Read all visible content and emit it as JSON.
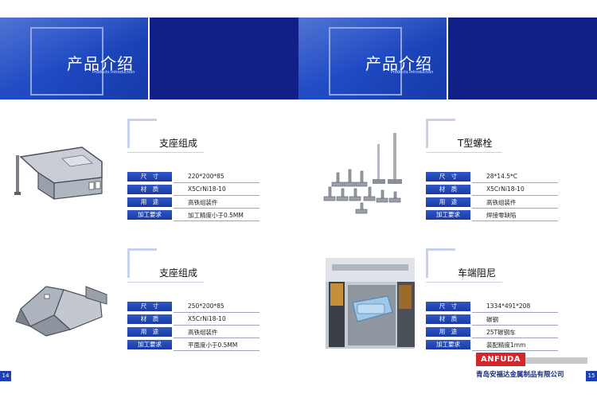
{
  "left_page": {
    "banner": {
      "title": "产品介绍",
      "subtitle": "Products Introduction"
    },
    "page_number": "14",
    "products": [
      {
        "title": "支座组成",
        "image_icon": "bracket-assembly-image",
        "specs": [
          {
            "label": "尺　寸",
            "value": "220*200*85"
          },
          {
            "label": "材　质",
            "value": "X5CrNi18-10"
          },
          {
            "label": "用　途",
            "value": "高铁组装件"
          },
          {
            "label": "加工要求",
            "value": "加工精度小于0.5MM"
          }
        ]
      },
      {
        "title": "支座组成",
        "image_icon": "bent-bracket-image",
        "specs": [
          {
            "label": "尺　寸",
            "value": "250*200*85"
          },
          {
            "label": "材　质",
            "value": "X5CrNi18-10"
          },
          {
            "label": "用　途",
            "value": "高铁组装件"
          },
          {
            "label": "加工要求",
            "value": "平面度小于0.5MM"
          }
        ]
      }
    ]
  },
  "right_page": {
    "banner": {
      "title": "产品介绍",
      "subtitle": "Products Introduction"
    },
    "page_number": "15",
    "products": [
      {
        "title": "T型螺栓",
        "image_icon": "t-bolts-image",
        "specs": [
          {
            "label": "尺　寸",
            "value": "28*14.5*C"
          },
          {
            "label": "材　质",
            "value": "X5CrNi18-10"
          },
          {
            "label": "用　途",
            "value": "高铁组装件"
          },
          {
            "label": "加工要求",
            "value": "焊接零缺陷"
          }
        ]
      },
      {
        "title": "车端阻尼",
        "image_icon": "car-end-damper-image",
        "specs": [
          {
            "label": "尺　寸",
            "value": "1334*491*208"
          },
          {
            "label": "材　质",
            "value": "碳钢"
          },
          {
            "label": "用　途",
            "value": "25T碳钢车"
          },
          {
            "label": "加工要求",
            "value": "装配精度1mm"
          }
        ]
      }
    ],
    "brand": {
      "logo_text": "ANFUDA",
      "company": "青岛安福达金属制品有限公司"
    }
  },
  "colors": {
    "banner_blue": "#1f4ac4",
    "banner_navy": "#121f86",
    "label_blue": "#1b3aa2",
    "logo_red": "#d6262d"
  }
}
